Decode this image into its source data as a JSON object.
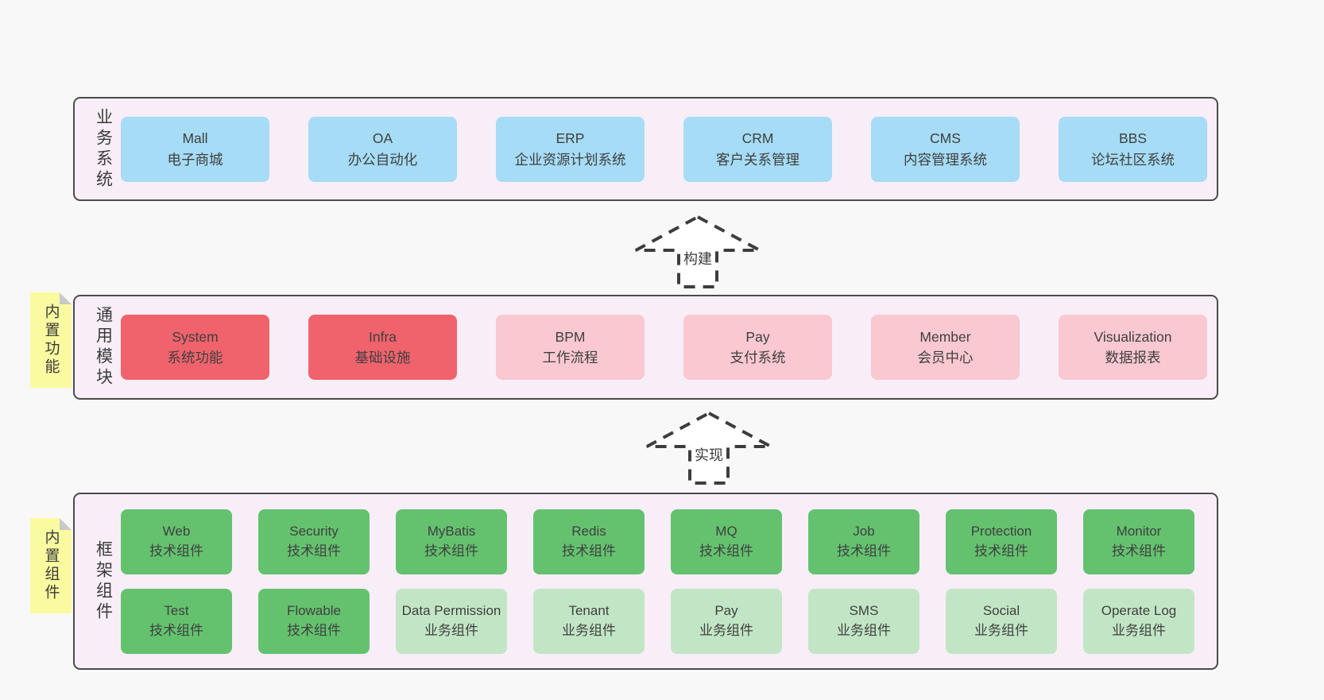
{
  "colors": {
    "page_bg": "#f8f8f8",
    "panel_bg": "#f8eef7",
    "panel_border": "#4b4b4b",
    "blue_box": "#a6dcf5",
    "red_box": "#f0636c",
    "pink_box": "#f9c8d0",
    "green_dark_box": "#64c26f",
    "green_light_box": "#c2e6c5",
    "sticky_yellow": "#fafaa0",
    "sticky_fold": "#c9c9c9",
    "text": "#3b3b3b",
    "arrow": "#3d3d3d"
  },
  "arrows": {
    "build_label": "构建",
    "implement_label": "实现"
  },
  "layers": {
    "business": {
      "label": "业务系统",
      "boxes": [
        {
          "name": "Mall",
          "desc": "电子商城",
          "variant": "v-blue"
        },
        {
          "name": "OA",
          "desc": "办公自动化",
          "variant": "v-blue"
        },
        {
          "name": "ERP",
          "desc": "企业资源计划系统",
          "variant": "v-blue"
        },
        {
          "name": "CRM",
          "desc": "客户关系管理",
          "variant": "v-blue"
        },
        {
          "name": "CMS",
          "desc": "内容管理系统",
          "variant": "v-blue"
        },
        {
          "name": "BBS",
          "desc": "论坛社区系统",
          "variant": "v-blue"
        }
      ]
    },
    "modules": {
      "label": "通用模块",
      "note": "内置功能",
      "boxes": [
        {
          "name": "System",
          "desc": "系统功能",
          "variant": "v-red"
        },
        {
          "name": "Infra",
          "desc": "基础设施",
          "variant": "v-red"
        },
        {
          "name": "BPM",
          "desc": "工作流程",
          "variant": "v-pink"
        },
        {
          "name": "Pay",
          "desc": "支付系统",
          "variant": "v-pink"
        },
        {
          "name": "Member",
          "desc": "会员中心",
          "variant": "v-pink"
        },
        {
          "name": "Visualization",
          "desc": "数据报表",
          "variant": "v-pink"
        }
      ]
    },
    "components": {
      "label": "框架组件",
      "note": "内置组件",
      "row1": [
        {
          "name": "Web",
          "desc": "技术组件",
          "variant": "v-green"
        },
        {
          "name": "Security",
          "desc": "技术组件",
          "variant": "v-green"
        },
        {
          "name": "MyBatis",
          "desc": "技术组件",
          "variant": "v-green"
        },
        {
          "name": "Redis",
          "desc": "技术组件",
          "variant": "v-green"
        },
        {
          "name": "MQ",
          "desc": "技术组件",
          "variant": "v-green"
        },
        {
          "name": "Job",
          "desc": "技术组件",
          "variant": "v-green"
        },
        {
          "name": "Protection",
          "desc": "技术组件",
          "variant": "v-green"
        },
        {
          "name": "Monitor",
          "desc": "技术组件",
          "variant": "v-green"
        }
      ],
      "row2": [
        {
          "name": "Test",
          "desc": "技术组件",
          "variant": "v-green"
        },
        {
          "name": "Flowable",
          "desc": "技术组件",
          "variant": "v-green"
        },
        {
          "name": "Data Permission",
          "desc": "业务组件",
          "variant": "v-green-light"
        },
        {
          "name": "Tenant",
          "desc": "业务组件",
          "variant": "v-green-light"
        },
        {
          "name": "Pay",
          "desc": "业务组件",
          "variant": "v-green-light"
        },
        {
          "name": "SMS",
          "desc": "业务组件",
          "variant": "v-green-light"
        },
        {
          "name": "Social",
          "desc": "业务组件",
          "variant": "v-green-light"
        },
        {
          "name": "Operate Log",
          "desc": "业务组件",
          "variant": "v-green-light"
        }
      ]
    }
  }
}
